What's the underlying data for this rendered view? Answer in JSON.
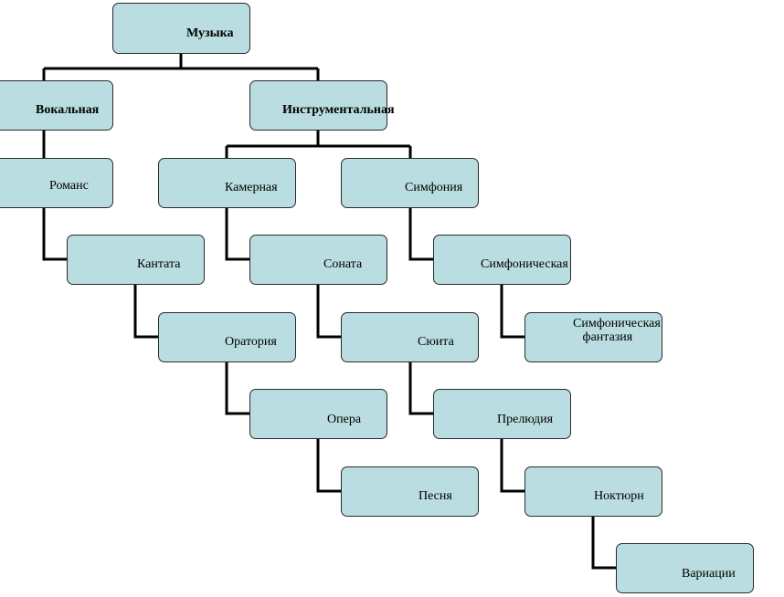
{
  "nodes": {
    "muzyka": "Музыка",
    "vokalnaya": "Вокальная",
    "instrumentalnaya": "Инструментальная",
    "romans": "Романс",
    "kantata": "Кантата",
    "oratoriya": "Оратория",
    "opera": "Опера",
    "pesnya": "Песня",
    "kamernaya": "Камерная",
    "sonata": "Соната",
    "syuita": "Сюита",
    "prelyudiya": "Прелюдия",
    "noktyurn": "Ноктюрн",
    "variatsii": "Вариации",
    "simfoniya": "Симфония",
    "simfonicheskaya": "Симфоническая",
    "simfonicheskaya_fantaziya": "Симфоническая\n   фантазия"
  },
  "colors": {
    "box_fill": "#b9dde0",
    "box_border": "#2a2a2a",
    "connector": "#000000"
  }
}
